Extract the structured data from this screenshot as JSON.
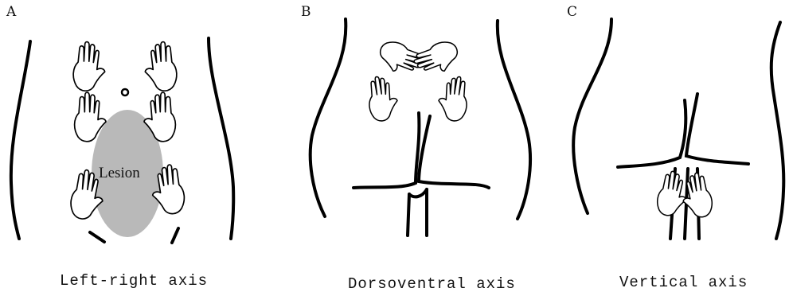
{
  "panels": [
    {
      "letter": "A",
      "caption": "Left-right axis",
      "lesion_label": "Lesion"
    },
    {
      "letter": "B",
      "caption": "Dorsoventral axis"
    },
    {
      "letter": "C",
      "caption": "Vertical axis"
    }
  ],
  "colors": {
    "line": "#000000",
    "lesion_fill": "#b9b9b9",
    "background": "#ffffff"
  }
}
